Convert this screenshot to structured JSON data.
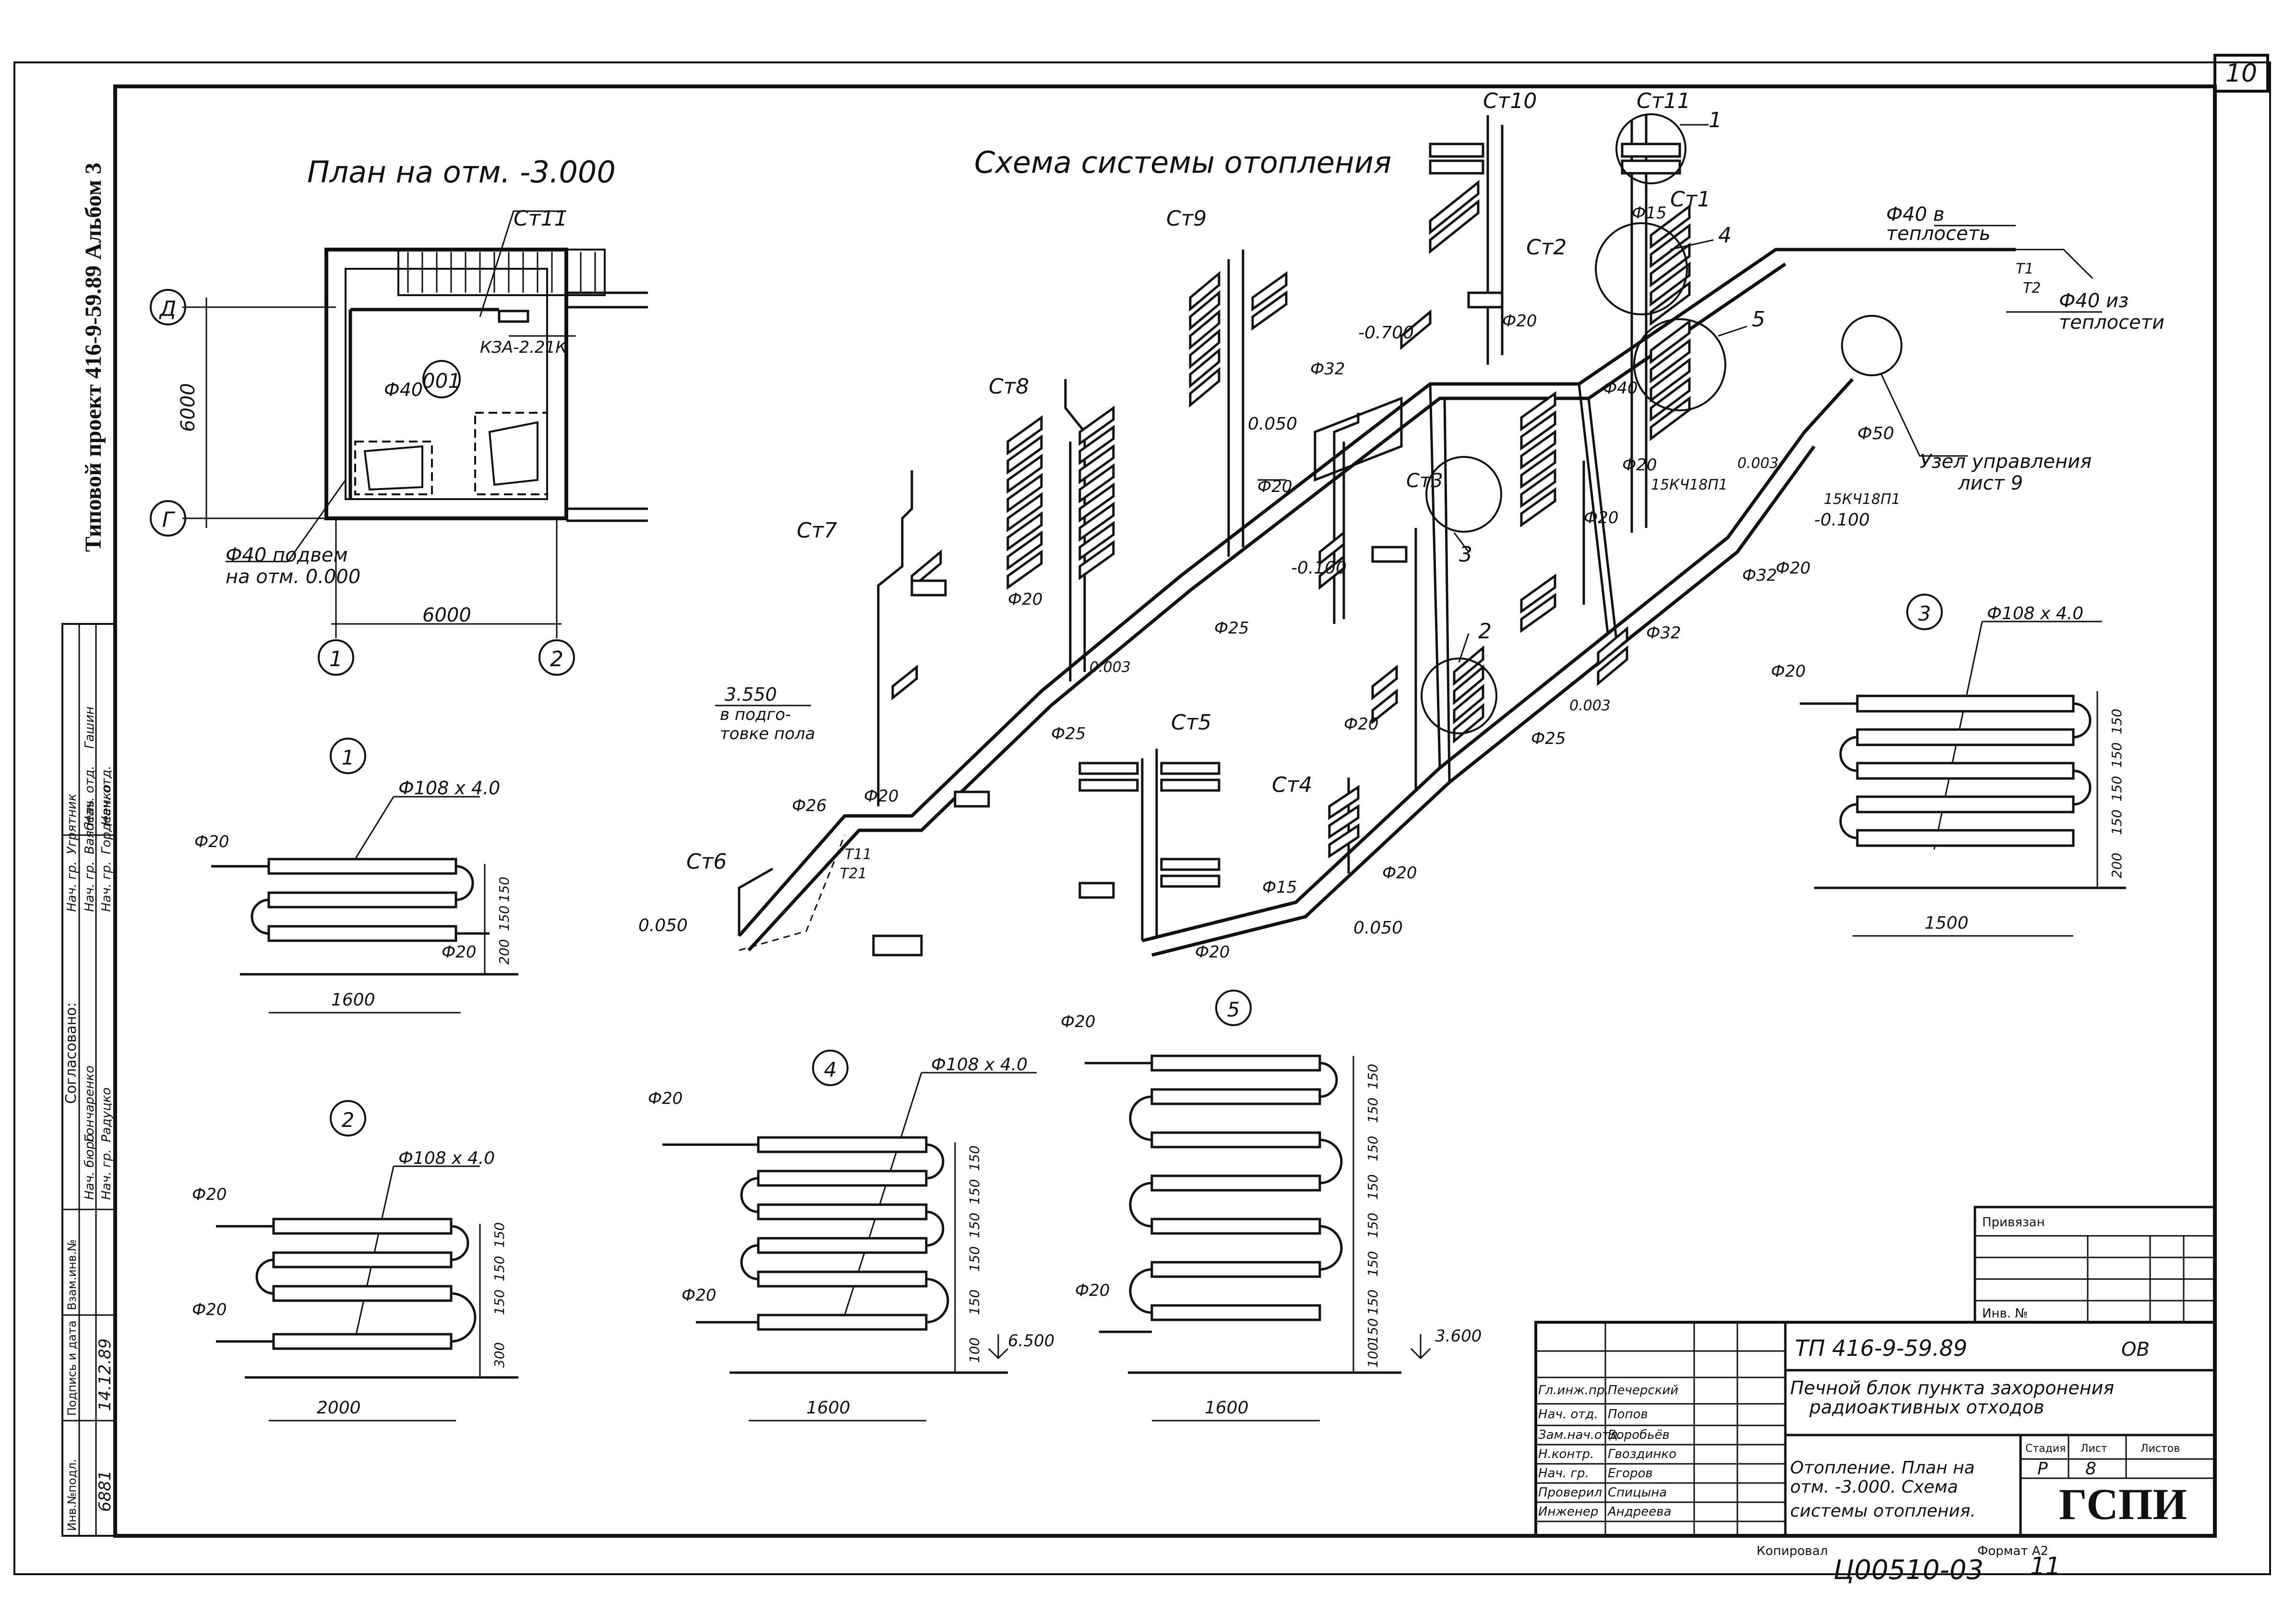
{
  "sheet": {
    "page_number": "10",
    "left_stamp": "Типовой проект 416-9-59.89 Альбом 3",
    "plan_title": "План на отм. -3.000",
    "scheme_title": "Схема системы отопления",
    "copied_by": "Копировал",
    "format": "Формат А2",
    "bottom_code": "Ц00510-03",
    "bottom_num": "11"
  },
  "plan": {
    "axis_top": "Д",
    "axis_bottom": "Г",
    "axis_left": "1",
    "axis_right": "2",
    "dim_vertical": "6000",
    "dim_horizontal": "6000",
    "riser": "Ст11",
    "room": "001",
    "equipment": "КЗА-2.21К",
    "pipe": "Ф40",
    "note_line1": "Ф40 подвем",
    "note_line2": "на отм. 0.000"
  },
  "scheme": {
    "risers": [
      "Ст10",
      "Ст11",
      "Ст9",
      "Ст1",
      "Ст2",
      "Ст8",
      "Ст7",
      "Ст3",
      "Ст5",
      "Ст4",
      "Ст6"
    ],
    "callouts": [
      "1",
      "4",
      "5",
      "3",
      "2"
    ],
    "levels": [
      "-0.700",
      "0.050",
      "-0.100",
      "3.550",
      "0.050",
      "0.050",
      "-0.100"
    ],
    "pipes": [
      "Ф15",
      "Ф20",
      "Ф32",
      "Ф40",
      "Ф50",
      "Ф25",
      "Ф25",
      "Ф25",
      "Ф32",
      "Ф32",
      "Ф20",
      "Ф15",
      "Ф20",
      "Ф20",
      "Ф20",
      "Ф20",
      "Ф26",
      "Ф20",
      "Ф20",
      "Ф20",
      "Ф20"
    ],
    "slopes": [
      "0.003",
      "0.003",
      "0.003"
    ],
    "markings": [
      "Т11",
      "Т21",
      "Т1",
      "Т2"
    ],
    "valves": [
      "15КЧ18П1",
      "15КЧ18П1"
    ],
    "in_network": "Ф40 в",
    "in_network_2": "теплосеть",
    "from_network": "Ф40 из",
    "from_network_2": "теплосети",
    "control_unit_1": "Узел управления",
    "control_unit_2": "лист 9",
    "floor_note_1": "в подго-",
    "floor_note_2": "товке пола"
  },
  "details": [
    {
      "num": "1",
      "label": "Ф108 х 4.0",
      "pipe_in": "Ф20",
      "pipe_out": "Ф20",
      "dims": [
        "150",
        "150",
        "200"
      ],
      "width": "1600"
    },
    {
      "num": "2",
      "label": "Ф108 х 4.0",
      "pipe_in": "Ф20",
      "pipe_out": "Ф20",
      "dims": [
        "150",
        "150",
        "150",
        "300"
      ],
      "width": "2000"
    },
    {
      "num": "3",
      "label": "Ф108 х 4.0",
      "pipe_in": "Ф20",
      "pipe_out": "",
      "dims": [
        "150",
        "150",
        "150",
        "150",
        "200"
      ],
      "width": "1500"
    },
    {
      "num": "4",
      "label": "Ф108 х 4.0",
      "pipe_in": "Ф20",
      "pipe_out": "Ф20",
      "dims": [
        "150",
        "150",
        "150",
        "150",
        "150",
        "100"
      ],
      "width": "1600",
      "level": "6.500"
    },
    {
      "num": "5",
      "label": "",
      "pipe_in": "Ф20",
      "pipe_out": "Ф20",
      "dims": [
        "150",
        "150",
        "150",
        "150",
        "150",
        "150",
        "150",
        "150",
        "100"
      ],
      "width": "1600",
      "level": "3.600"
    }
  ],
  "approval": {
    "heading": "Согласовано:",
    "rows": [
      {
        "pos": "Нач. бюро",
        "name": "Гончаренко"
      },
      {
        "pos": "Нач. гр.",
        "name": "Радуцко"
      },
      {
        "pos": "Нач. гр.",
        "name": "Ваябель"
      },
      {
        "pos": "Нач. гр.",
        "name": "Гордеенко"
      },
      {
        "pos": "Нач. гр.",
        "name": "Угрятник"
      },
      {
        "pos": "Нач. отд.",
        "name": "Гашин"
      },
      {
        "pos": "Нач. отд.",
        "name": ""
      }
    ],
    "inv_label": "Инв.№подл.",
    "inv_value": "6881",
    "sign_label": "Подпись и дата",
    "sign_value": "14.12.89",
    "replace_label": "Взам.инв.№"
  },
  "title_block": {
    "privyazan": "Привязан",
    "inv_no": "Инв. №",
    "doc_code": "ТП 416-9-59.89",
    "mark": "ОВ",
    "object_line1": "Печной блок пункта захоронения",
    "object_line2": "радиоактивных отходов",
    "stage_label": "Стадия",
    "sheet_label": "Лист",
    "sheets_label": "Листов",
    "stage": "Р",
    "sheet": "8",
    "drawing_line1": "Отопление. План на",
    "drawing_line2": "отм. -3.000. Схема",
    "drawing_line3": "системы отопления.",
    "org": "ГСПИ",
    "staff": [
      {
        "role": "Гл.инж.пр.",
        "name": "Печерский"
      },
      {
        "role": "Нач. отд.",
        "name": "Попов"
      },
      {
        "role": "Зам.нач.отд.",
        "name": "Воробьёв"
      },
      {
        "role": "Н.контр.",
        "name": "Гвоздинко"
      },
      {
        "role": "Нач. гр.",
        "name": "Егоров"
      },
      {
        "role": "Проверил",
        "name": "Спицына"
      },
      {
        "role": "Инженер",
        "name": "Андреева"
      }
    ]
  }
}
